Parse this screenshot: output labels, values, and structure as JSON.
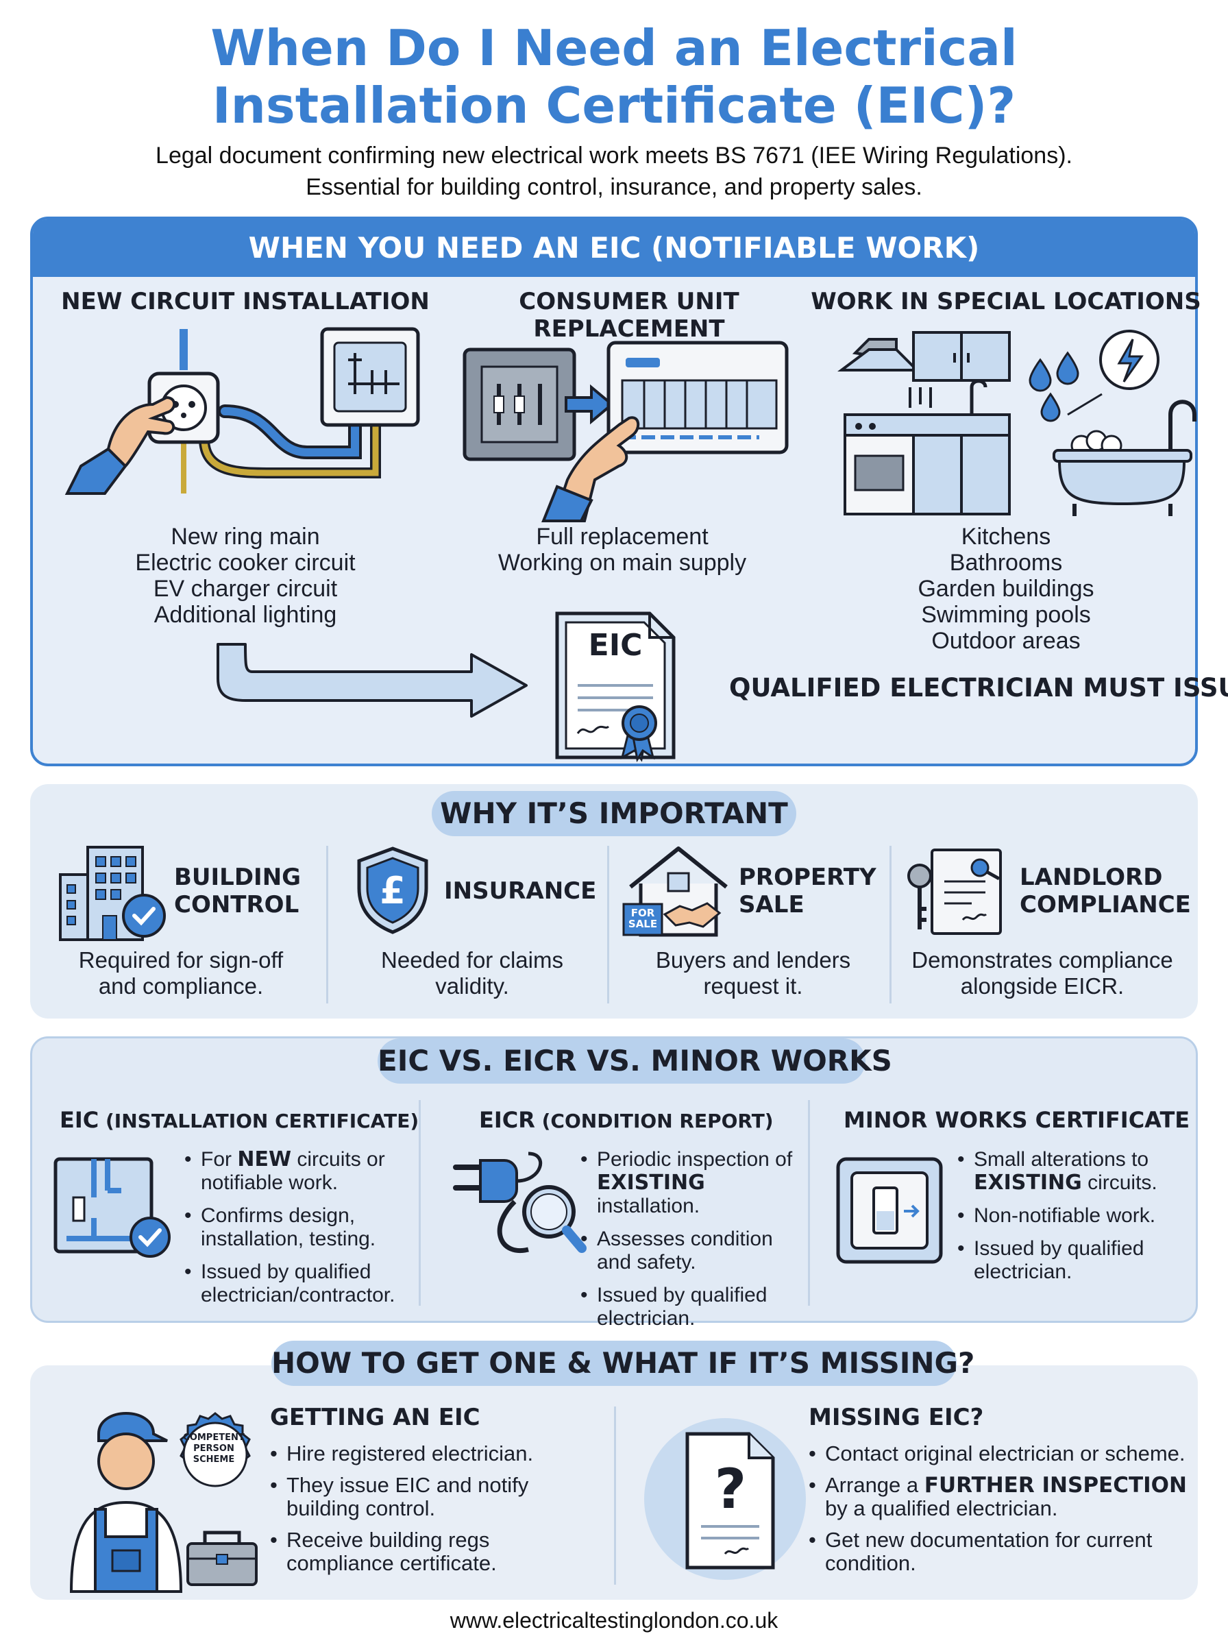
{
  "title": {
    "line1": "When Do I Need an Electrical",
    "line2": "Installation Certificate (EIC)?"
  },
  "subtitle": {
    "line1": "Legal document confirming new electrical work meets BS 7671 (IEE Wiring Regulations).",
    "line2": "Essential for building control, insurance, and property sales."
  },
  "notifiable": {
    "header": "WHEN YOU NEED AN EIC (NOTIFIABLE WORK)",
    "columns": [
      {
        "title": "NEW CIRCUIT INSTALLATION",
        "items": [
          "New ring main",
          "Electric cooker circuit",
          "EV charger circuit",
          "Additional lighting"
        ]
      },
      {
        "title": "CONSUMER UNIT REPLACEMENT",
        "items": [
          "Full replacement",
          "Working on main supply"
        ]
      },
      {
        "title": "WORK IN SPECIAL LOCATIONS",
        "items": [
          "Kitchens",
          "Bathrooms",
          "Garden buildings",
          "Swimming pools",
          "Outdoor areas"
        ]
      }
    ],
    "certificate_label": "EIC",
    "qualified": "QUALIFIED ELECTRICIAN MUST ISSUE"
  },
  "why": {
    "header": "WHY IT’S IMPORTANT",
    "items": [
      {
        "title_l1": "BUILDING",
        "title_l2": "CONTROL",
        "desc_l1": "Required for sign-off",
        "desc_l2": "and compliance.",
        "icon": "building-check-icon"
      },
      {
        "title_l1": "INSURANCE",
        "title_l2": "",
        "desc_l1": "Needed for claims",
        "desc_l2": "validity.",
        "icon": "pound-shield-icon"
      },
      {
        "title_l1": "PROPERTY",
        "title_l2": "SALE",
        "desc_l1": "Buyers and lenders",
        "desc_l2": "request it.",
        "icon": "house-handshake-icon",
        "sign": "FOR SALE"
      },
      {
        "title_l1": "LANDLORD",
        "title_l2": "COMPLIANCE",
        "desc_l1": "Demonstrates compliance",
        "desc_l2": "alongside EICR.",
        "icon": "keys-document-icon"
      }
    ]
  },
  "comparison": {
    "header": "EIC VS. EICR VS. MINOR WORKS",
    "columns": [
      {
        "title_bold": "EIC",
        "title_rest": " (INSTALLATION CERTIFICATE)",
        "bullets": [
          {
            "pre": "For ",
            "bold": "NEW",
            "post": " circuits or notifiable work."
          },
          {
            "pre": "Confirms design, installation, testing.",
            "bold": "",
            "post": ""
          },
          {
            "pre": "Issued by qualified electrician/contractor.",
            "bold": "",
            "post": ""
          }
        ]
      },
      {
        "title_bold": "EICR",
        "title_rest": " (CONDITION REPORT)",
        "bullets": [
          {
            "pre": "Periodic inspection of ",
            "bold": "EXISTING",
            "post": " installation."
          },
          {
            "pre": "Assesses condition and safety.",
            "bold": "",
            "post": ""
          },
          {
            "pre": "Issued by qualified electrician.",
            "bold": "",
            "post": ""
          }
        ]
      },
      {
        "title_bold": "MINOR WORKS CERTIFICATE",
        "title_rest": "",
        "bullets": [
          {
            "pre": "Small alterations to ",
            "bold": "EXISTING",
            "post": " circuits."
          },
          {
            "pre": "Non-notifiable work.",
            "bold": "",
            "post": ""
          },
          {
            "pre": "Issued by qualified electrician.",
            "bold": "",
            "post": ""
          }
        ]
      }
    ]
  },
  "how": {
    "header": "HOW TO GET ONE & WHAT IF IT’S MISSING?",
    "badge": {
      "l1": "COMPETENT",
      "l2": "PERSON",
      "l3": "SCHEME"
    },
    "getting": {
      "title": "GETTING AN EIC",
      "bullets": [
        "Hire registered electrician.",
        "They issue EIC and notify building control.",
        "Receive building regs compliance certificate."
      ]
    },
    "missing": {
      "title": "MISSING EIC?",
      "bullets": [
        {
          "pre": "Contact original electrician or scheme.",
          "bold": "",
          "post": ""
        },
        {
          "pre": "Arrange a ",
          "bold": "FURTHER INSPECTION",
          "post": " by a qualified electrician."
        },
        {
          "pre": "Get new documentation for current condition.",
          "bold": "",
          "post": ""
        }
      ]
    }
  },
  "footer": {
    "url": "www.electricaltestinglondon.co.uk"
  },
  "colors": {
    "accent": "#3e82d1",
    "panel": "#e5edf6",
    "pill": "#b8d1ed",
    "text": "#1b1f2a"
  }
}
